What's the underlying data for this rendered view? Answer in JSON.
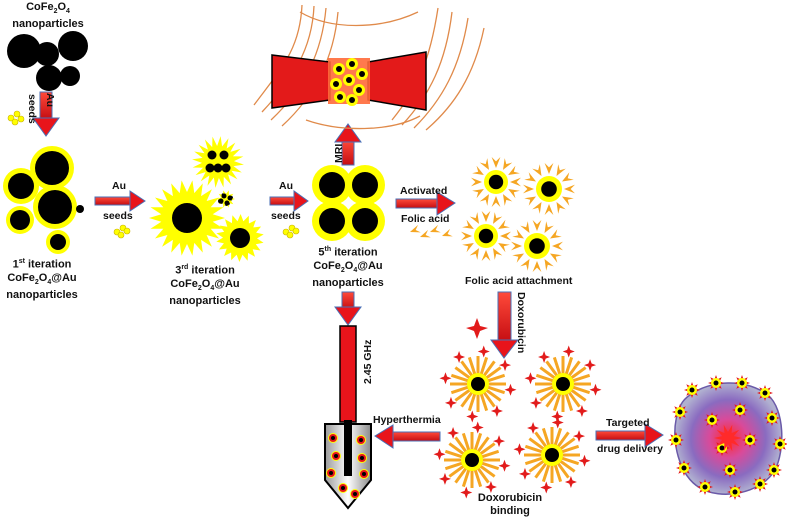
{
  "labels": {
    "cofe_top_1": "CoFe",
    "cofe_top_2": "nanoparticles",
    "au_seeds_1_au": "Au",
    "au_seeds_1_seeds": "seeds",
    "iter1_line1": "iteration",
    "iter1_sup": "st",
    "iter1_num": "1",
    "iter1_line2": "CoFe",
    "iter1_line2b": "@Au",
    "iter1_line3": "nanoparticles",
    "au_seeds_2_au": "Au",
    "au_seeds_2_seeds": "seeds",
    "iter3_num": "3",
    "iter3_sup": "rd",
    "iter3_line1": "iteration",
    "iter3_line2": "CoFe",
    "iter3_line2b": "@Au",
    "iter3_line3": "nanoparticles",
    "au_seeds_3_au": "Au",
    "au_seeds_3_seeds": "seeds",
    "iter5_num": "5",
    "iter5_sup": "th",
    "iter5_line1": "iteration",
    "iter5_line2": "CoFe",
    "iter5_line2b": "@Au",
    "iter5_line3": "nanoparticles",
    "mri": "MRI",
    "activated": "Activated",
    "folic_acid": "Folic acid",
    "folic_attach": "Folic acid attachment",
    "doxorubicin": "Doxorubicin",
    "ghz": "2.45 GHz",
    "hyperthermia": "Hyperthermia",
    "dox_binding_1": "Doxorubicin",
    "dox_binding_2": "binding",
    "targeted_1": "Targeted",
    "targeted_2": "drug delivery",
    "sub_2": "2",
    "sub_4": "4"
  },
  "colors": {
    "arrow": "#e8141b",
    "arrow_edge": "#4a6fb5",
    "gold": "#ffff00",
    "core": "#000000",
    "folic": "#f5a623",
    "dox": "#e21b1b",
    "magnet": "#e31a1a",
    "coil": "#e08a4a"
  }
}
